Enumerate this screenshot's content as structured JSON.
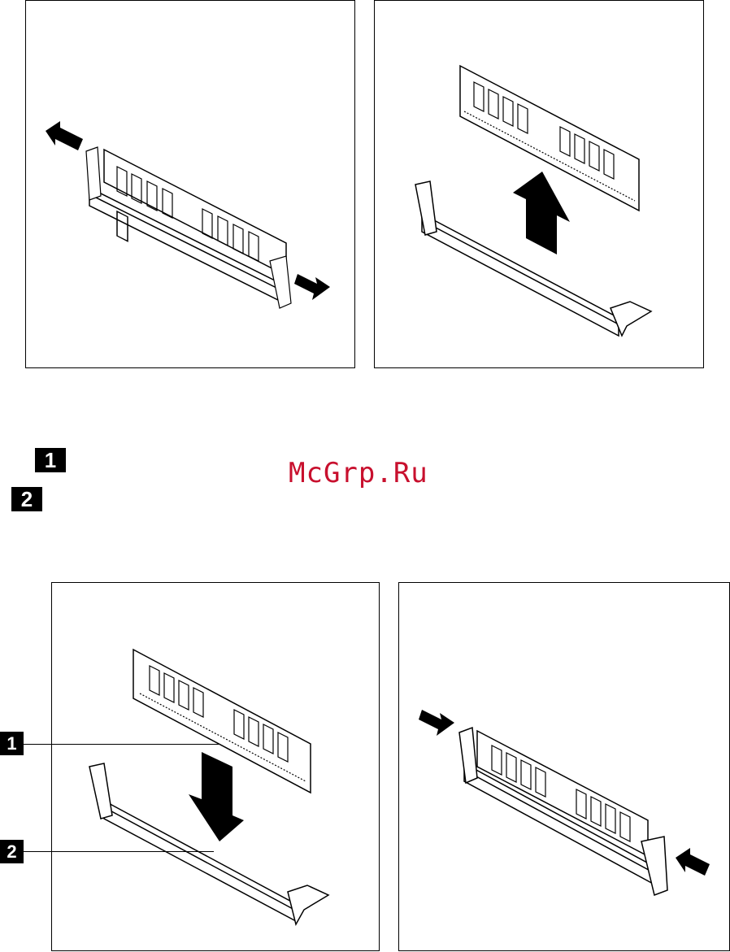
{
  "legend": {
    "item1": "1",
    "item2": "2"
  },
  "watermark": {
    "text": "McGrp.Ru",
    "color": "#c8102e"
  },
  "callouts": {
    "notch_label": "1",
    "key_label": "2"
  },
  "figures": [
    {
      "name": "open-retaining-clips",
      "arrows": "outward"
    },
    {
      "name": "remove-memory-module",
      "arrows": "up"
    },
    {
      "name": "align-memory-module",
      "arrows": "down"
    },
    {
      "name": "close-retaining-clips",
      "arrows": "inward"
    }
  ]
}
